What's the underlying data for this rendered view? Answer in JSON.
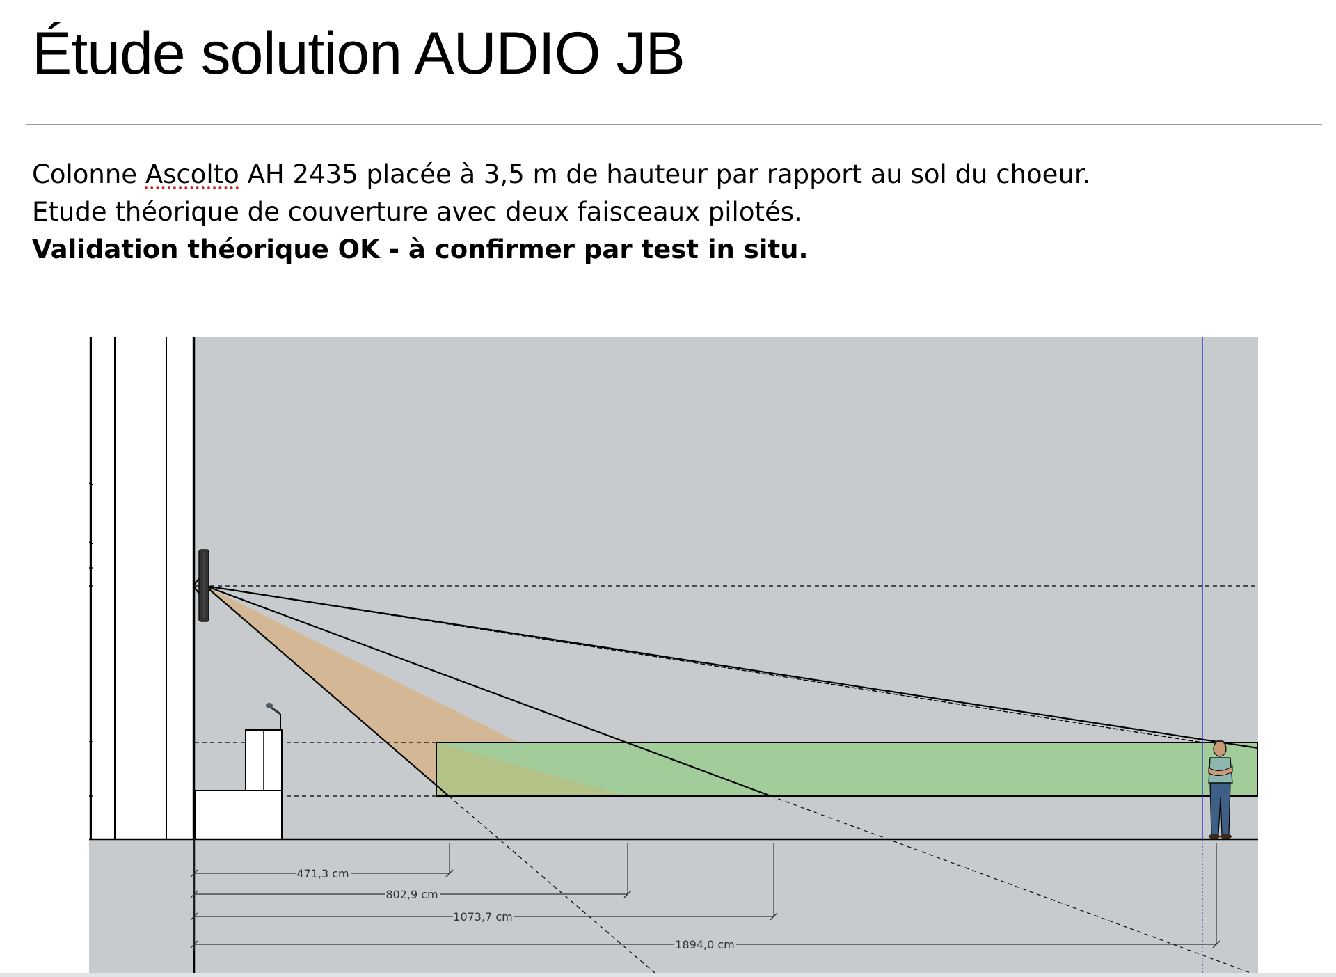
{
  "header": {
    "title": "Étude solution AUDIO JB"
  },
  "description": {
    "line1_prefix": "Colonne ",
    "line1_flagged_word": "Ascolto",
    "line1_suffix": " AH 2435 placée à 3,5 m de hauteur par rapport au sol du choeur.",
    "line2": "Etude théorique de couverture avec deux faisceaux pilotés.",
    "line3": "Validation théorique OK - à confirmer par test in situ."
  },
  "diagram": {
    "dimensions": [
      {
        "id": "dim1",
        "label": "471,3 cm",
        "value_cm": 471.3
      },
      {
        "id": "dim2",
        "label": "802,9 cm",
        "value_cm": 802.9
      },
      {
        "id": "dim3",
        "label": "1073,7 cm",
        "value_cm": 1073.7
      },
      {
        "id": "dim4",
        "label": "1894,0 cm",
        "value_cm": 1894.0
      }
    ],
    "colors": {
      "background": "#c7cbcd",
      "beam_near": "#d4b896",
      "beam_far": "#a2cd9b",
      "overlap": "#b4c288",
      "guide_line": "#3a3ad0",
      "speaker": "#333333"
    },
    "icons": {
      "speaker": "column-speaker-icon",
      "lectern": "lectern-icon",
      "microphone": "microphone-icon",
      "person": "person-icon"
    }
  }
}
